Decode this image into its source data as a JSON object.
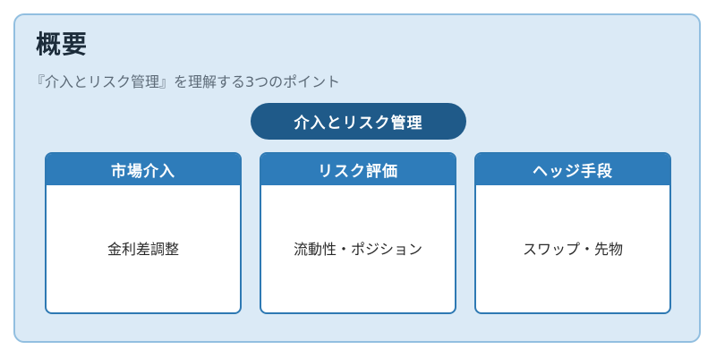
{
  "title": "概要",
  "subtitle": "『介入とリスク管理』を理解する3つのポイント",
  "center_label": "介入とリスク管理",
  "cards": [
    {
      "header": "市場介入",
      "body": "金利差調整"
    },
    {
      "header": "リスク評価",
      "body": "流動性・ポジション"
    },
    {
      "header": "ヘッジ手段",
      "body": "スワップ・先物"
    }
  ],
  "colors": {
    "panel_bg": "#dbeaf6",
    "panel_border": "#92bfe0",
    "pill_bg": "#1f5a89",
    "card_header_bg": "#2e7cba",
    "card_border": "#2e79b3"
  }
}
